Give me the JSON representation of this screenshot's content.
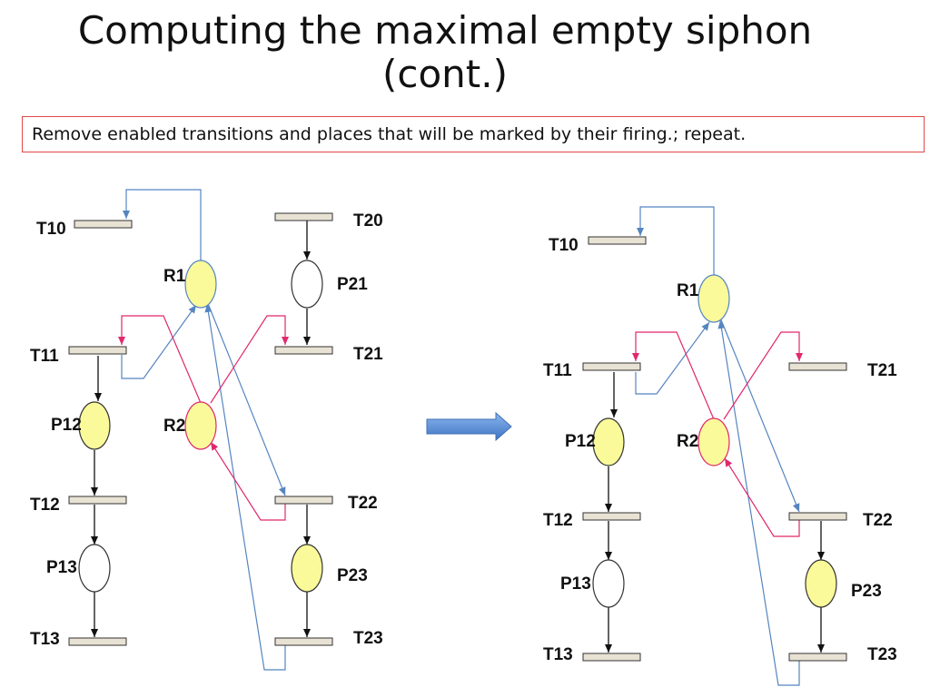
{
  "slide": {
    "title_line1": "Computing the maximal empty siphon",
    "title_line2": "(cont.)",
    "callout": "Remove enabled transitions and places that will be marked by their firing.; repeat."
  },
  "colors": {
    "transition_fill": "#e8e2d4",
    "place_marked": "#fafa9a",
    "place_empty": "#ffffff",
    "resource_arc": "#5585c0",
    "resource_arc2": "#e0286c",
    "arrow_fill": "#5b8fd6"
  },
  "left_net": {
    "transitions": {
      "t10": "T10",
      "t11": "T11",
      "t12": "T12",
      "t13": "T13",
      "t20": "T20",
      "t21": "T21",
      "t22": "T22",
      "t23": "T23"
    },
    "places": {
      "r1": "R1",
      "r2": "R2",
      "p12": "P12",
      "p13": "P13",
      "p21": "P21",
      "p23": "P23"
    }
  },
  "right_net": {
    "transitions": {
      "t10": "T10",
      "t11": "T11",
      "t12": "T12",
      "t13": "T13",
      "t21": "T21",
      "t22": "T22",
      "t23": "T23"
    },
    "places": {
      "r1": "R1",
      "r2": "R2",
      "p12": "P12",
      "p13": "P13",
      "p23": "P23"
    }
  }
}
